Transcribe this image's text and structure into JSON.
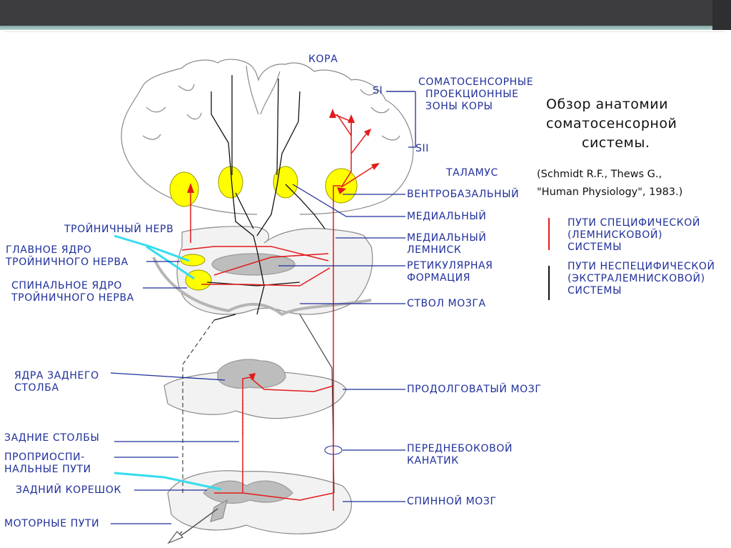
{
  "slide": {
    "title_lines": [
      "Обзор анатомии",
      "соматосенсорной",
      "системы."
    ],
    "citation_lines": [
      "(Schmidt R.F., Thews G.,",
      "\"Human Physiology\", 1983.)"
    ]
  },
  "labels": {
    "kora": "КОРА",
    "si": "SI",
    "sii": "SII",
    "somato_zones": [
      "СОМАТОСЕНСОРНЫЕ",
      "ПРОЕКЦИОННЫЕ",
      "ЗОНЫ КОРЫ"
    ],
    "talamus": "ТАЛАМУС",
    "ventrobasal": "ВЕНТРОБАЗАЛЬНЫЙ",
    "medial": "МЕДИАЛЬНЫЙ",
    "medial_lemniscus": [
      "МЕДИАЛЬНЫЙ",
      "ЛЕМНИСК"
    ],
    "reticular": [
      "РЕТИКУЛЯРНАЯ",
      "ФОРМАЦИЯ"
    ],
    "brainstem": "СТВОЛ МОЗГА",
    "medulla": "ПРОДОЛГОВАТЫЙ МОЗГ",
    "anterolateral": [
      "ПЕРЕДНЕБОКОВОЙ",
      "КАНАТИК"
    ],
    "spinal_cord": "СПИННОЙ МОЗГ",
    "trigeminal_nerve": "ТРОЙНИЧНЫЙ НЕРВ",
    "main_trig_nucleus": [
      "ГЛАВНОЕ ЯДРО",
      "ТРОЙНИЧНОГО НЕРВА"
    ],
    "spinal_trig_nucleus": [
      "СПИНАЛЬНОЕ ЯДРО",
      "ТРОЙНИЧНОГО НЕРВА"
    ],
    "dorsal_column_nuclei": [
      "ЯДРА ЗАДНЕГО",
      "СТОЛБА"
    ],
    "dorsal_columns": "ЗАДНИЕ СТОЛБЫ",
    "propriospinal": [
      "ПРОПРИОСПИ-",
      "НАЛЬНЫЕ ПУТИ"
    ],
    "dorsal_root": "ЗАДНИЙ КОРЕШОК",
    "motor_paths": "МОТОРНЫЕ ПУТИ"
  },
  "legend": {
    "specific": [
      "ПУТИ СПЕЦИФИЧЕСКОЙ",
      "(ЛЕМНИСКОВОЙ)",
      "СИСТЕМЫ"
    ],
    "nonspecific": [
      "ПУТИ НЕСПЕЦИФИЧЕСКОЙ",
      "(ЭКСТРАЛЕМНИСКОВОЙ)",
      "СИСТЕМЫ"
    ]
  },
  "colors": {
    "specific_path": "#e21b1b",
    "nonspecific_path": "#111111",
    "nucleus_fill": "#ffff00",
    "label_text": "#1f2f9a",
    "nerve": "#33ddee",
    "gray_matter": "#bdbdbd"
  }
}
